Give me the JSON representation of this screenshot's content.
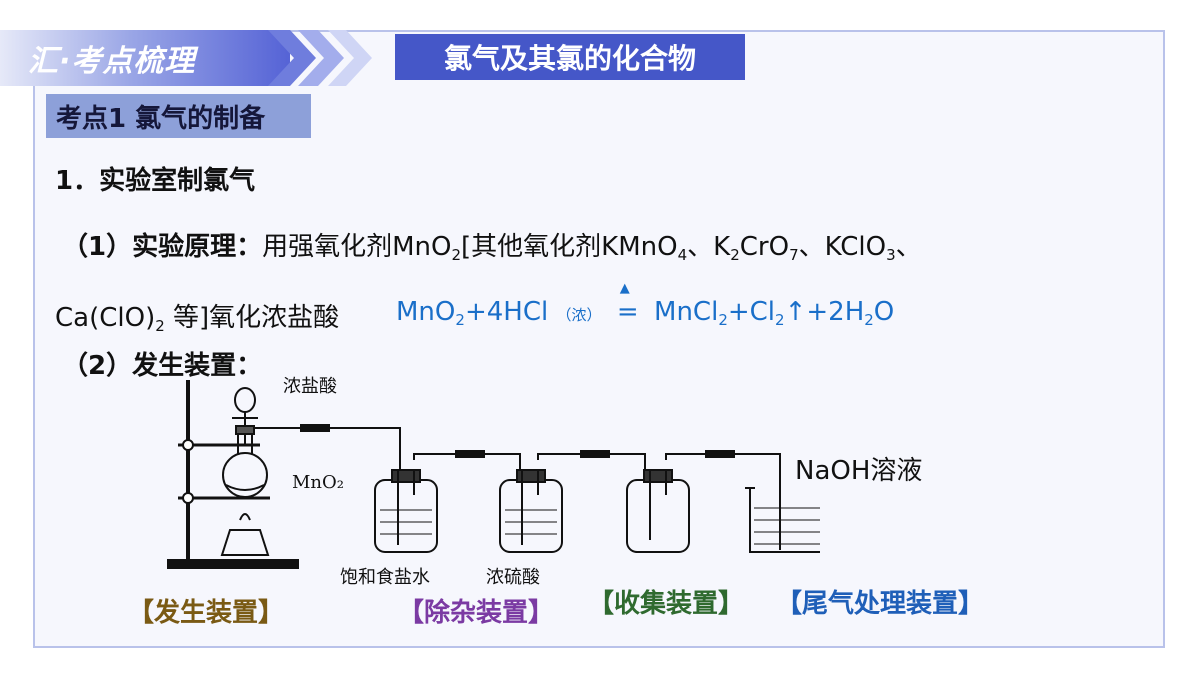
{
  "header": {
    "section_title": "汇·考点梳理",
    "topic_title": "氯气及其氯的化合物"
  },
  "kaodian": "考点1 氯气的制备",
  "heading1": "1．实验室制氯气",
  "principle": {
    "label": "（1）实验原理：",
    "text_a": "用强氧化剂MnO",
    "sub_a": "2",
    "text_b": "[其他氧化剂KMnO",
    "sub_b": "4",
    "text_c": "、K",
    "sub_c": "2",
    "text_d": "CrO",
    "sub_d": "7",
    "text_e": "、KClO",
    "sub_e": "3",
    "text_f": "、",
    "line2_a": "Ca(ClO)",
    "line2_sub": "2",
    "line2_b": " 等]氧化浓盐酸"
  },
  "equation": {
    "lhs_a": "MnO",
    "lhs_sub": "2",
    "lhs_b": "+4HCl",
    "condition": "（浓）",
    "eq": "=",
    "heat": "▲",
    "rhs_a": "MnCl",
    "rhs_sub1": "2",
    "rhs_b": "+Cl",
    "rhs_sub2": "2",
    "rhs_c": "↑+2H",
    "rhs_sub3": "2",
    "rhs_d": "O"
  },
  "apparatus_label": "（2）发生装置：",
  "diagram": {
    "label_hcl": "浓盐酸",
    "label_mno2": "MnO₂",
    "label_naoh": "NaOH溶液",
    "label_brine": "饱和食盐水",
    "label_h2so4": "浓硫酸"
  },
  "captions": {
    "generate": "【发生装置】",
    "purify": "【除杂装置】",
    "collect": "【收集装置】",
    "tail": "【尾气处理装置】"
  },
  "colors": {
    "generate": "#7a5a14",
    "purify": "#7b3aa3",
    "collect": "#2f6a2f",
    "tail": "#1f5fb8",
    "equation": "#1a6fc9"
  }
}
